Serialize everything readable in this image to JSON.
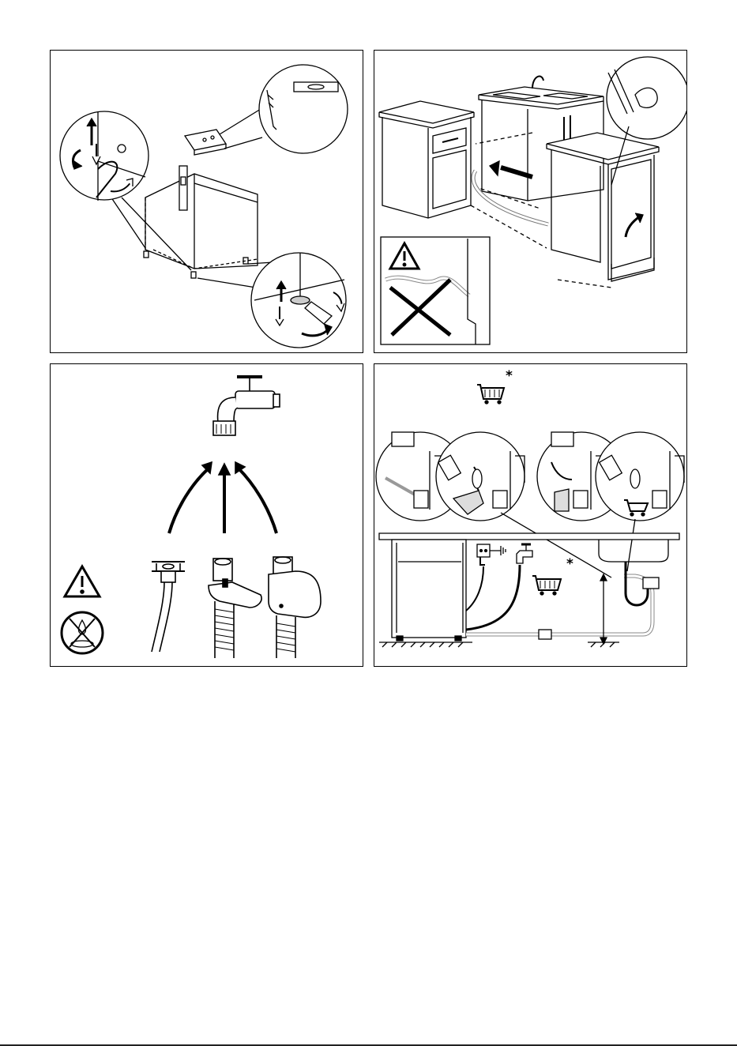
{
  "page": {
    "panels": [
      {
        "id": "p1",
        "content": "leveling-feet-adjustment"
      },
      {
        "id": "p2",
        "content": "push-into-kitchen-unit"
      },
      {
        "id": "p3",
        "content": "water-inlet-hose-connection"
      },
      {
        "id": "p4",
        "content": "drain-hose-connection"
      }
    ],
    "asterisk_mark": "*",
    "asterisk_mark_2": "*",
    "icons": [
      "spirit-level-icon",
      "wrench-icon",
      "warning-triangle-icon",
      "no-drip-icon",
      "shopping-cart-icon",
      "water-tap-icon",
      "power-socket-icon",
      "earth-ground-icon"
    ],
    "colors": {
      "line": "#000000",
      "background": "#ffffff",
      "shade": "#d9d9d9"
    }
  }
}
